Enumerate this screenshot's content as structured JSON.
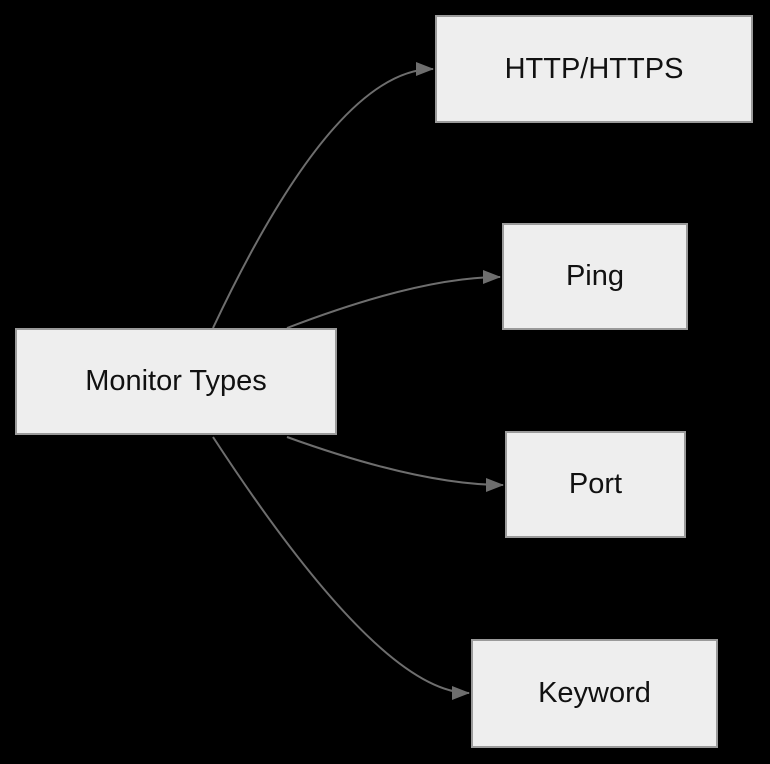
{
  "diagram": {
    "title": "Monitor Types diagram",
    "nodes": [
      {
        "id": "monitor-types",
        "label": "Monitor Types"
      },
      {
        "id": "http-https",
        "label": "HTTP/HTTPS"
      },
      {
        "id": "ping",
        "label": "Ping"
      },
      {
        "id": "port",
        "label": "Port"
      },
      {
        "id": "keyword",
        "label": "Keyword"
      }
    ],
    "edges": [
      {
        "from": "monitor-types",
        "to": "http-https"
      },
      {
        "from": "monitor-types",
        "to": "ping"
      },
      {
        "from": "monitor-types",
        "to": "port"
      },
      {
        "from": "monitor-types",
        "to": "keyword"
      }
    ]
  },
  "colors": {
    "background": "#000000",
    "node_fill": "#eeeeee",
    "node_border": "#9a9a9a",
    "edge": "#6e6e6e",
    "text": "#111111"
  }
}
